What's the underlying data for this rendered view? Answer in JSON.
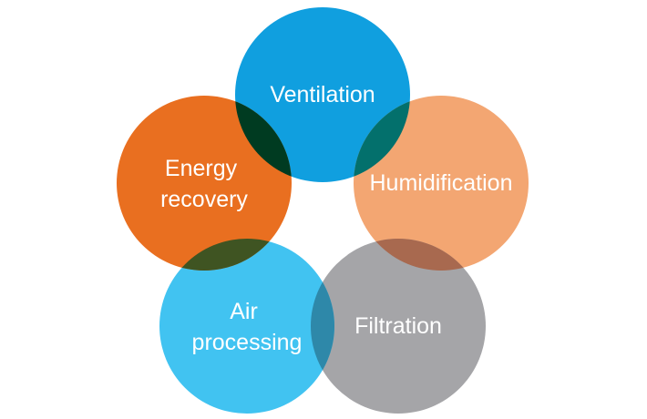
{
  "diagram": {
    "circles": [
      {
        "id": "ventilation",
        "lines": [
          "Ventilation"
        ],
        "color": "#109fdf"
      },
      {
        "id": "humidification",
        "lines": [
          "Humidification"
        ],
        "color": "#f3a672"
      },
      {
        "id": "filtration",
        "lines": [
          "Filtration"
        ],
        "color": "#a5a5a8"
      },
      {
        "id": "air-processing",
        "lines": [
          "Air",
          "processing"
        ],
        "color": "#41c3f1"
      },
      {
        "id": "energy-recovery",
        "lines": [
          "Energy",
          "recovery"
        ],
        "color": "#e96f20"
      }
    ],
    "overlaps": [
      {
        "between": [
          "ventilation",
          "energy-recovery"
        ],
        "color": "#003b21"
      },
      {
        "between": [
          "ventilation",
          "humidification"
        ],
        "color": "#03706c"
      },
      {
        "between": [
          "humidification",
          "filtration"
        ],
        "color": "#a8694f"
      },
      {
        "between": [
          "filtration",
          "air-processing"
        ],
        "color": "#2e88a9"
      },
      {
        "between": [
          "air-processing",
          "energy-recovery"
        ],
        "color": "#3f5422"
      }
    ]
  }
}
